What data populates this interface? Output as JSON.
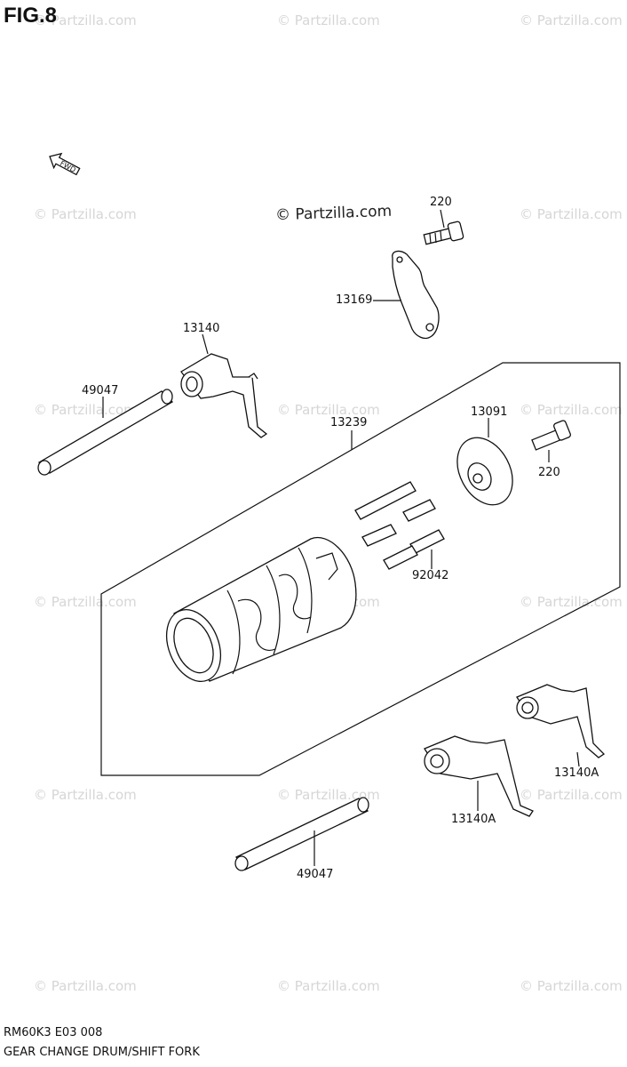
{
  "figure": {
    "title": "FIG.8"
  },
  "copyright": "© Partzilla.com",
  "watermark": "© Partzilla.com",
  "fwd_arrow": {
    "label": "FWD"
  },
  "parts": {
    "bolt_top": "220",
    "plate": "13169",
    "fork_left": "13140",
    "shaft_top": "49047",
    "drum_assembly": "13239",
    "cam": "13091",
    "bolt_right": "220",
    "pins": "92042",
    "fork_right_upper": "13140A",
    "fork_right_lower": "13140A",
    "shaft_bottom": "49047"
  },
  "footer": {
    "code": "RM60K3 E03  008",
    "title": "GEAR CHANGE DRUM/SHIFT FORK"
  }
}
